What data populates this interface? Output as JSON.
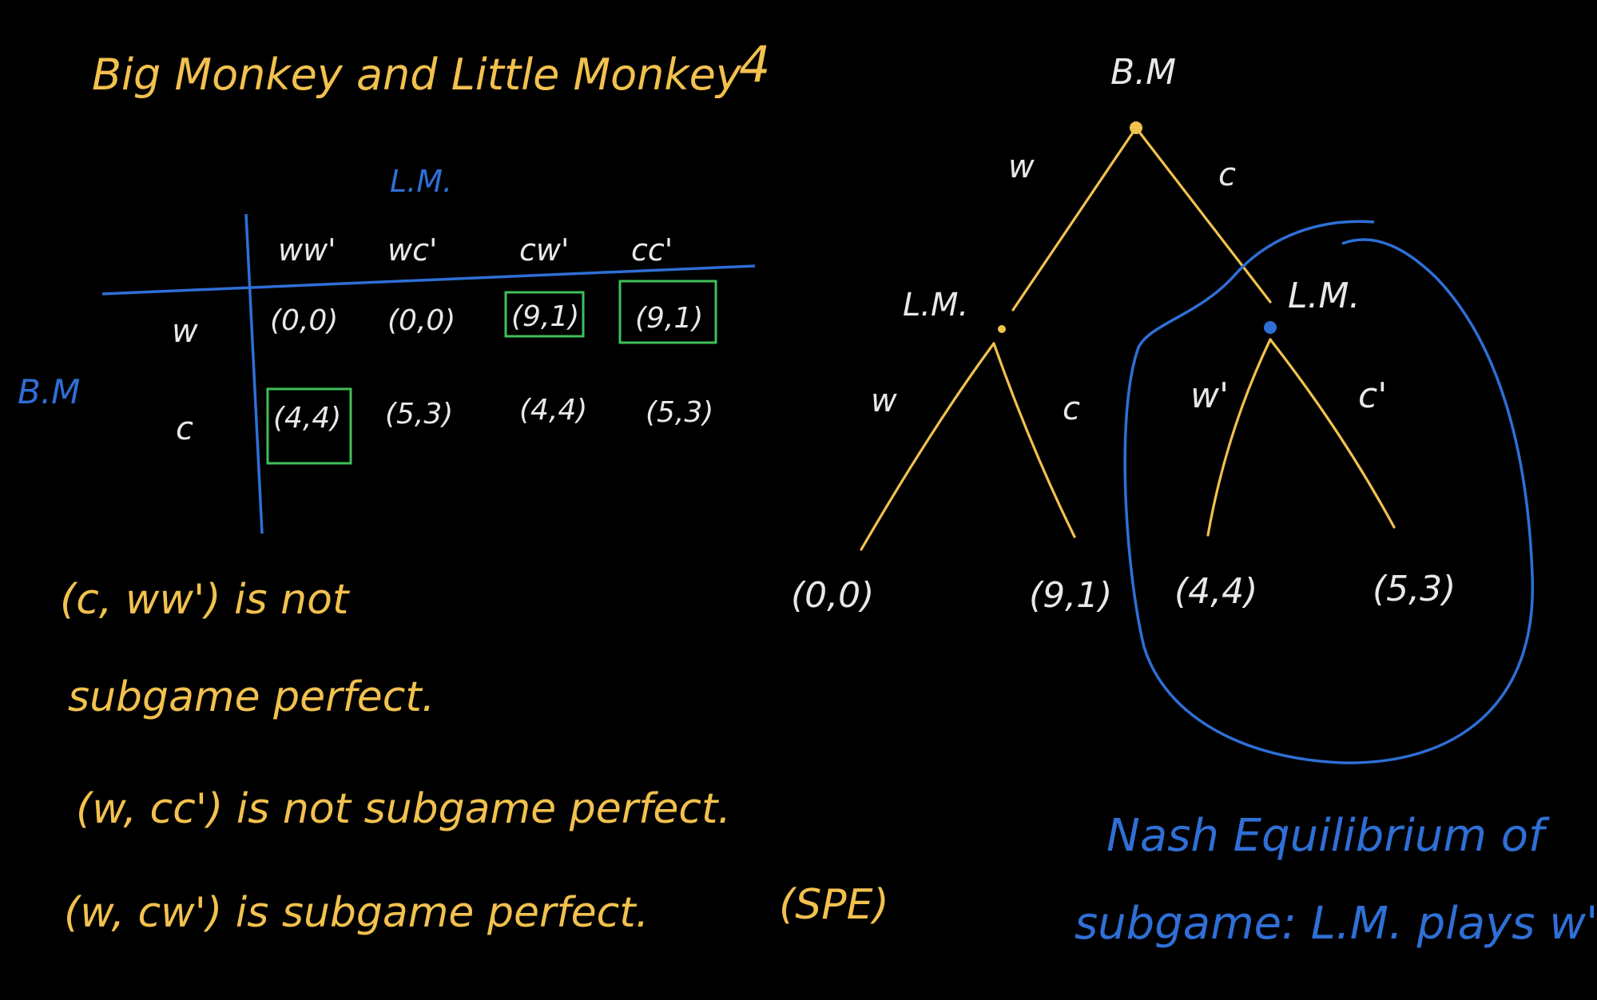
{
  "colors": {
    "yellow": "#f2c14e",
    "blue": "#2f6fd6",
    "green": "#3fbf5a",
    "white": "#e8e8e8",
    "background": "#000000"
  },
  "title": {
    "text": "Big Monkey and Little Monkey",
    "page": "4"
  },
  "matrix": {
    "col_player": "L.M.",
    "row_player": "B.M",
    "col_headers": [
      "ww'",
      "wc'",
      "cw'",
      "cc'"
    ],
    "rows": [
      {
        "label": "w",
        "cells": [
          "(0,0)",
          "(0,0)",
          "(9,1)",
          "(9,1)"
        ],
        "boxed": [
          false,
          false,
          true,
          true
        ]
      },
      {
        "label": "c",
        "cells": [
          "(4,4)",
          "(5,3)",
          "(4,4)",
          "(5,3)"
        ],
        "boxed": [
          true,
          false,
          false,
          false
        ]
      }
    ]
  },
  "statements": [
    {
      "line1": "(c, ww') is not",
      "line2": "subgame perfect."
    },
    {
      "line1": "(w, cc') is not subgame perfect."
    },
    {
      "line1": "(w, cw') is subgame perfect.",
      "tag": "(SPE)"
    }
  ],
  "tree": {
    "root": "B.M",
    "root_edges": {
      "left": "w",
      "right": "c"
    },
    "left_node": "L.M.",
    "right_node": "L.M.",
    "left_edges": {
      "left": "w",
      "right": "c"
    },
    "right_edges": {
      "left": "w'",
      "right": "c'"
    },
    "payoffs": [
      "(0,0)",
      "(9,1)",
      "(4,4)",
      "(5,3)"
    ]
  },
  "note": {
    "line1": "Nash Equilibrium of",
    "line2": "subgame: L.M. plays w'."
  }
}
